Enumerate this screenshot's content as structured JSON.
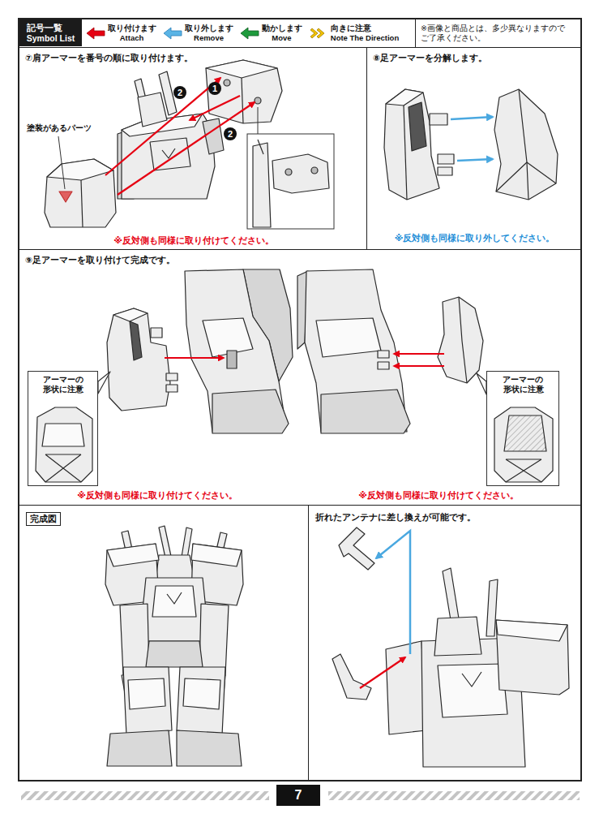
{
  "diagram": {
    "nodes": [
      {
        "text": [
          "記号一覧 Symbol List"
        ]
      },
      {
        "text": [
          "※画像と商品とは、多少異なりますので ご了承ください。"
        ]
      },
      {
        "text": [
          "⑦肩アーマーを番号の順に取り付けます。",
          "※反対側も同様に取り付けてください。"
        ]
      },
      {
        "text": [
          "⑧足アーマーを分解します。",
          "※反対側も同様に取り外してください。"
        ]
      },
      {
        "text": [
          "⑨足アーマーを取り付けて完成です。",
          "※反対側も同様に取り付けてください。",
          "※反対側も同様に取り付けてください。"
        ]
      },
      {
        "text": [
          "アーマーの 形状に注意"
        ],
        "in": 4
      },
      {
        "text": [
          "アーマーの 形状に注意"
        ],
        "in": 4
      },
      {
        "text": [
          "完成図"
        ]
      },
      {
        "text": [
          "折れたアンテナに差し換えが可能です。"
        ]
      },
      {
        "text": [
          "7"
        ]
      }
    ],
    "labels": [
      "2",
      "1",
      "塗装があるパーツ",
      "2"
    ],
    "legend": [
      {
        "text": "取り付けます Attach",
        "color": "#e60012"
      },
      {
        "text": "取り外します Remove",
        "color": "#5ab4e5"
      },
      {
        "text": "動かします Move",
        "color": "#1e9b3c"
      },
      {
        "text": "向きに注意 Note The Direction",
        "color": "#f2c200"
      }
    ]
  }
}
